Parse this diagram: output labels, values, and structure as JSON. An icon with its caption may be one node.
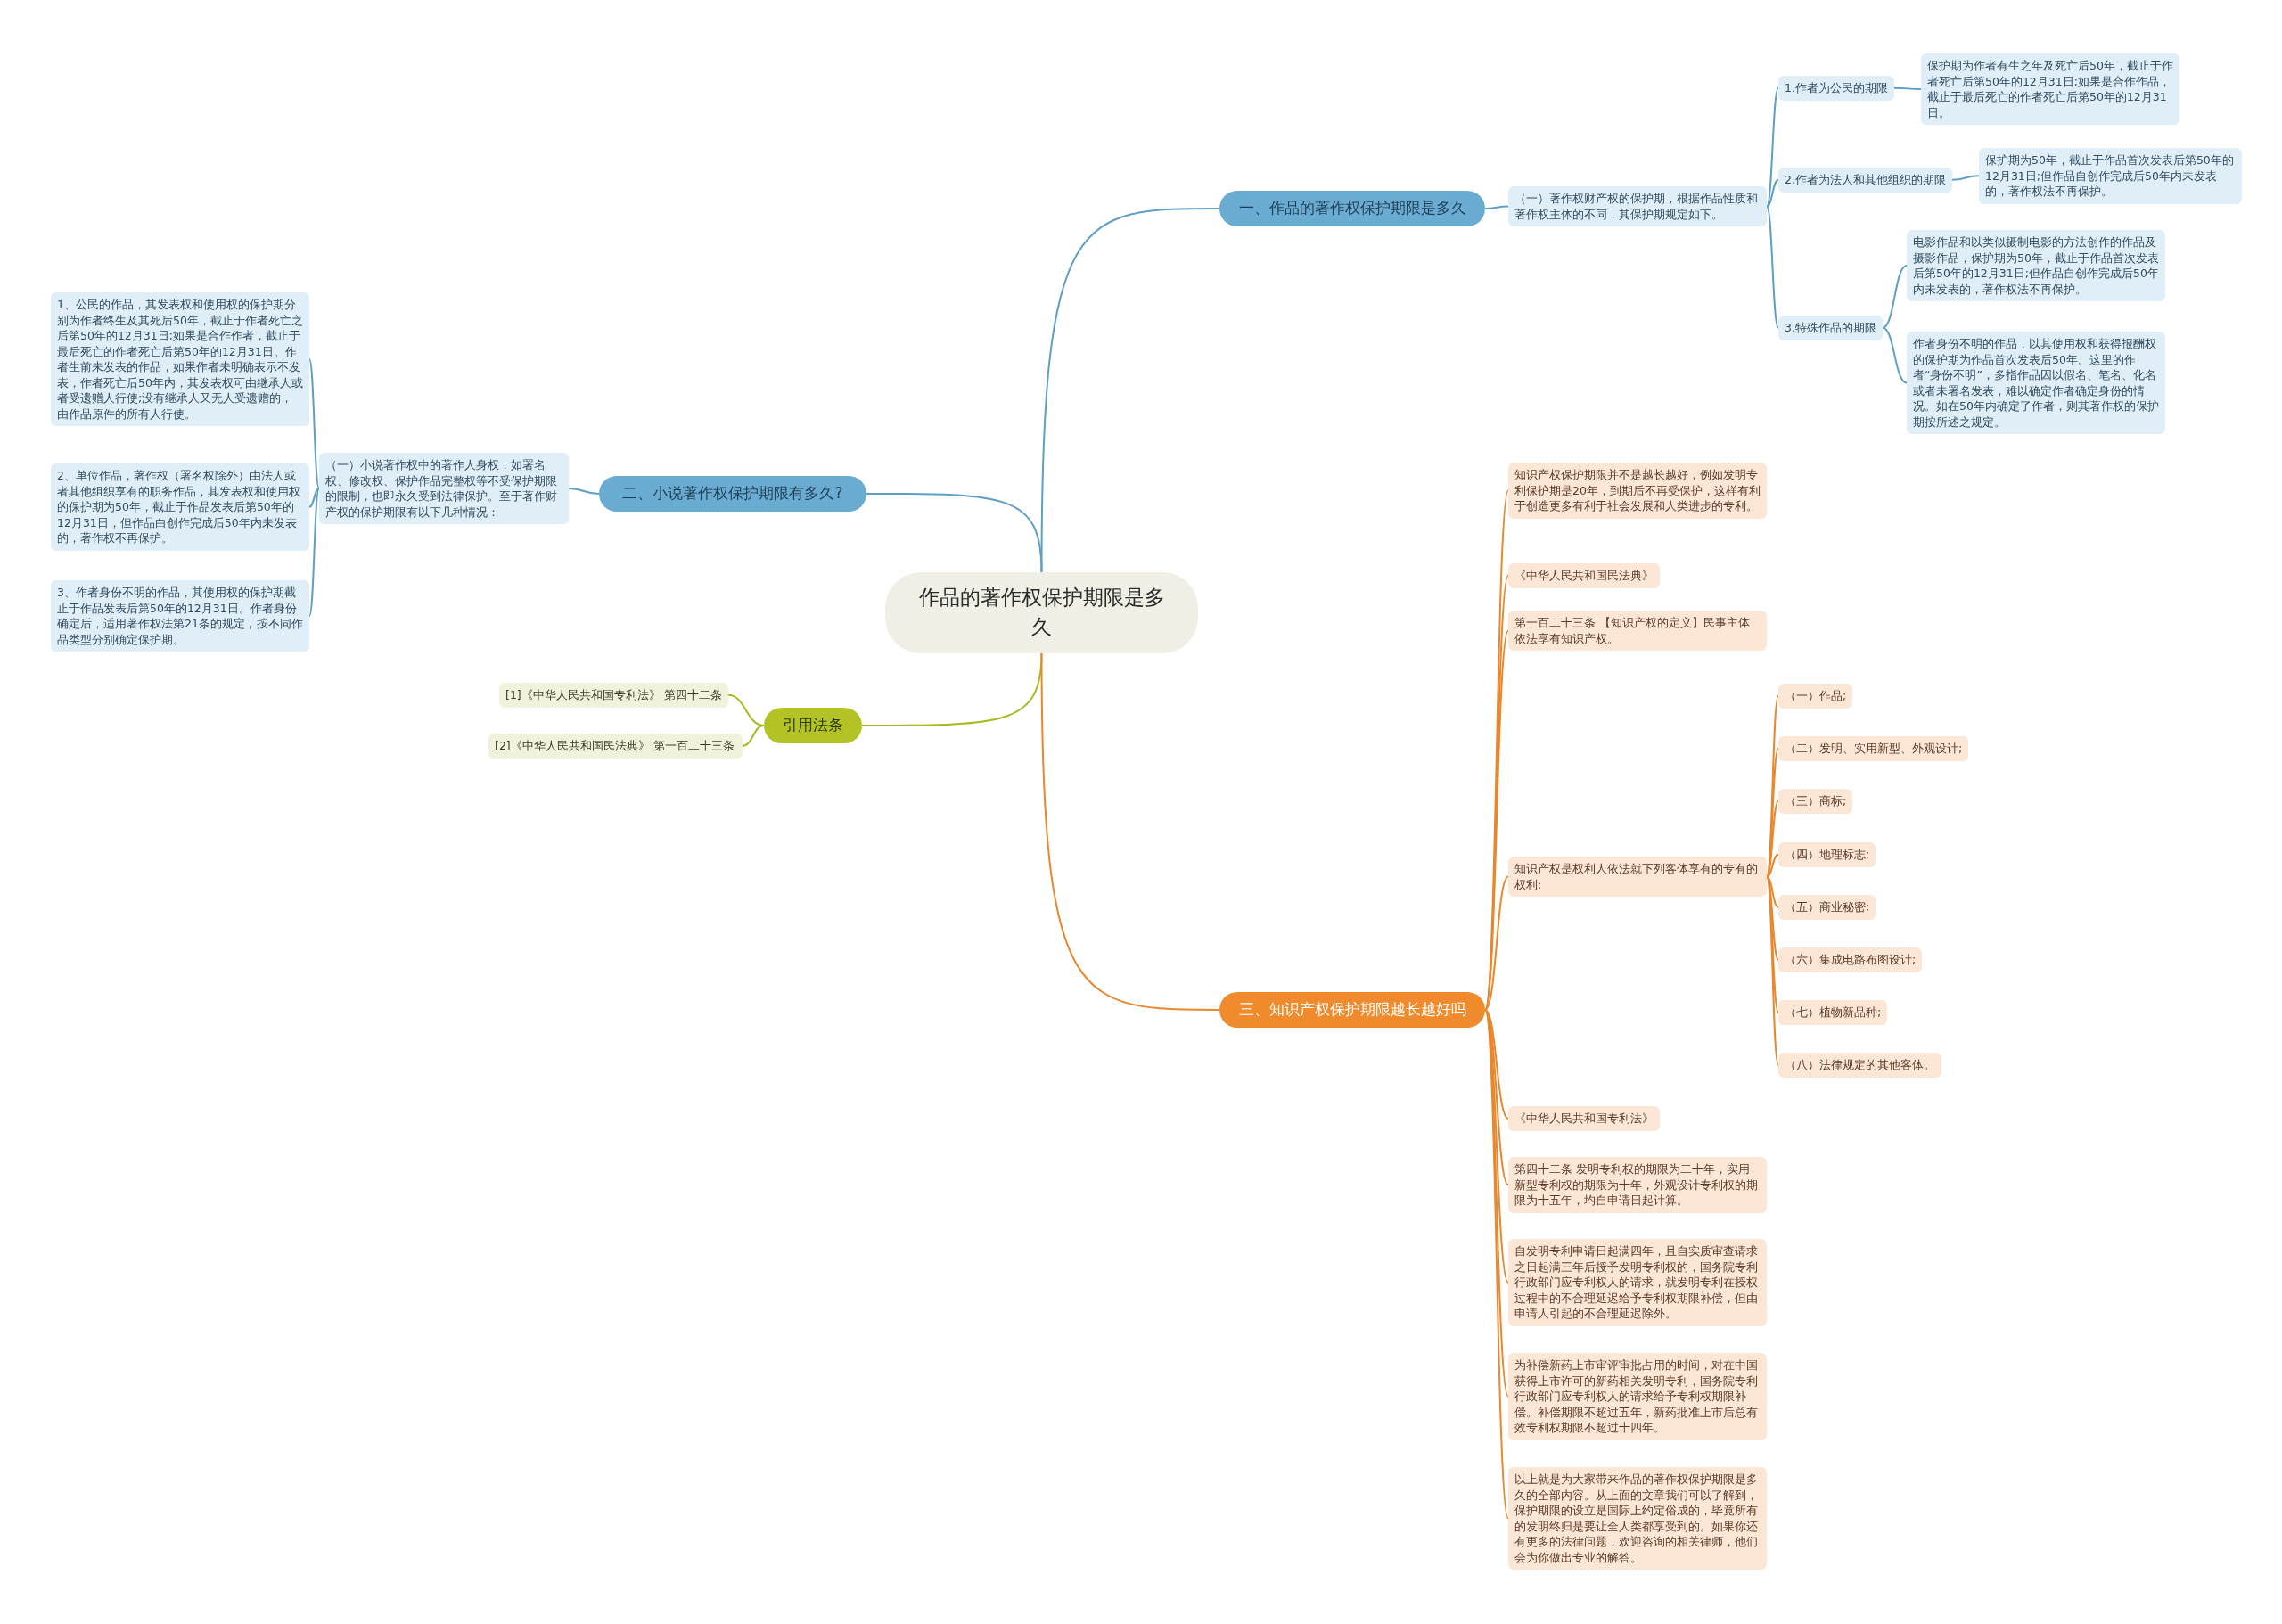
{
  "diagram": {
    "nodes": [
      {
        "text": [
          "作品的著作权保护期限是多久"
        ]
      },
      {
        "text": [
          "一、作品的著作权保护期限是多久"
        ]
      },
      {
        "text": [
          "（一）著作权财产权的保护期，根据作品性质和著作权主体的不同，其保护期规定如下。"
        ]
      },
      {
        "text": [
          "1.作者为公民的期限"
        ]
      },
      {
        "text": [
          "保护期为作者有生之年及死亡后50年，截止于作者死亡后第50年的12月31日;如果是合作作品，截止于最后死亡的作者死亡后第50年的12月31日。"
        ]
      },
      {
        "text": [
          "2.作者为法人和其他组织的期限"
        ]
      },
      {
        "text": [
          "保护期为50年，截止于作品首次发表后第50年的12月31日;但作品自创作完成后50年内未发表的，著作权法不再保护。"
        ]
      },
      {
        "text": [
          "3.特殊作品的期限"
        ]
      },
      {
        "text": [
          "电影作品和以类似摄制电影的方法创作的作品及摄影作品，保护期为50年，截止于作品首次发表后第50年的12月31日;但作品自创作完成后50年内未发表的，著作权法不再保护。"
        ]
      },
      {
        "text": [
          "作者身份不明的作品，以其使用权和获得报酬权的保护期为作品首次发表后50年。这里的作者“身份不明”，多指作品因以假名、笔名、化名或者未署名发表，难以确定作者确定身份的情况。如在50年内确定了作者，则其著作权的保护期按所述之规定。"
        ]
      },
      {
        "text": [
          "二、小说著作权保护期限有多久?"
        ]
      },
      {
        "text": [
          "（一）小说著作权中的著作人身权，如署名权、修改权、保护作品完整权等不受保护期限的限制，也即永久受到法律保护。至于著作财产权的保护期限有以下几种情况："
        ]
      },
      {
        "text": [
          "1、公民的作品，其发表权和使用权的保护期分别为作者终生及其死后50年，截止于作者死亡之后第50年的12月31日;如果是合作作者，截止于最后死亡的作者死亡后第50年的12月31日。作者生前未发表的作品，如果作者未明确表示不发表，作者死亡后50年内，其发表权可由继承人或者受遗赠人行使;没有继承人又无人受遗赠的，由作品原件的所有人行使。"
        ]
      },
      {
        "text": [
          "2、单位作品，著作权（署名权除外）由法人或者其他组织享有的职务作品，其发表权和使用权的保护期为50年，截止于作品发表后第50年的12月31日，但作品白创作完成后50年内未发表的，著作权不再保护。"
        ]
      },
      {
        "text": [
          "3、作者身份不明的作品，其使用权的保护期截止于作品发表后第50年的12月31日。作者身份确定后，适用著作权法第21条的规定，按不同作品类型分别确定保护期。"
        ]
      },
      {
        "text": [
          "引用法条"
        ]
      },
      {
        "text": [
          "[1]《中华人民共和国专利法》 第四十二条"
        ]
      },
      {
        "text": [
          "[2]《中华人民共和国民法典》 第一百二十三条"
        ]
      },
      {
        "text": [
          "三、知识产权保护期限越长越好吗"
        ]
      },
      {
        "text": [
          "知识产权保护期限并不是越长越好，例如发明专利保护期是20年，到期后不再受保护，这样有利于创造更多有利于社会发展和人类进步的专利。"
        ]
      },
      {
        "text": [
          "《中华人民共和国民法典》"
        ]
      },
      {
        "text": [
          "第一百二十三条 【知识产权的定义】民事主体依法享有知识产权。"
        ]
      },
      {
        "text": [
          "知识产权是权利人依法就下列客体享有的专有的权利:"
        ]
      },
      {
        "text": [
          "（一）作品;"
        ]
      },
      {
        "text": [
          "（二）发明、实用新型、外观设计;"
        ]
      },
      {
        "text": [
          "（三）商标;"
        ]
      },
      {
        "text": [
          "（四）地理标志;"
        ]
      },
      {
        "text": [
          "（五）商业秘密;"
        ]
      },
      {
        "text": [
          "（六）集成电路布图设计;"
        ]
      },
      {
        "text": [
          "（七）植物新品种;"
        ]
      },
      {
        "text": [
          "（八）法律规定的其他客体。"
        ]
      },
      {
        "text": [
          "《中华人民共和国专利法》"
        ]
      },
      {
        "text": [
          "第四十二条 发明专利权的期限为二十年，实用新型专利权的期限为十年，外观设计专利权的期限为十五年，均自申请日起计算。"
        ]
      },
      {
        "text": [
          "自发明专利申请日起满四年，且自实质审查请求之日起满三年后授予发明专利权的，国务院专利行政部门应专利权人的请求，就发明专利在授权过程中的不合理延迟给予专利权期限补偿，但由申请人引起的不合理延迟除外。"
        ]
      },
      {
        "text": [
          "为补偿新药上市审评审批占用的时间，对在中国获得上市许可的新药相关发明专利，国务院专利行政部门应专利权人的请求给予专利权期限补偿。补偿期限不超过五年，新药批准上市后总有效专利权期限不超过十四年。"
        ]
      },
      {
        "text": [
          "以上就是为大家带来作品的著作权保护期限是多久的全部内容。从上面的文章我们可以了解到，保护期限的设立是国际上约定俗成的，毕竟所有的发明终归是要让全人类都享受到的。如果你还有更多的法律问题，欢迎咨询的相关律师，他们会为你做出专业的解答。"
        ]
      }
    ],
    "edges": [
      {
        "from": 0,
        "to": 1,
        "arrow": "none",
        "color": "#5d9fc5"
      },
      {
        "from": 1,
        "to": 2,
        "arrow": "none",
        "color": "#5d9fc5"
      },
      {
        "from": 2,
        "to": 3,
        "arrow": "none",
        "color": "#5d9fc5"
      },
      {
        "from": 3,
        "to": 4,
        "arrow": "none",
        "color": "#5d9fc5"
      },
      {
        "from": 2,
        "to": 5,
        "arrow": "none",
        "color": "#5d9fc5"
      },
      {
        "from": 5,
        "to": 6,
        "arrow": "none",
        "color": "#5d9fc5"
      },
      {
        "from": 2,
        "to": 7,
        "arrow": "none",
        "color": "#5d9fc5"
      },
      {
        "from": 7,
        "to": 8,
        "arrow": "none",
        "color": "#5d9fc5"
      },
      {
        "from": 7,
        "to": 9,
        "arrow": "none",
        "color": "#5d9fc5"
      },
      {
        "from": 0,
        "to": 10,
        "arrow": "none",
        "color": "#5d9fc5"
      },
      {
        "from": 10,
        "to": 11,
        "arrow": "none",
        "color": "#5d9fc5"
      },
      {
        "from": 11,
        "to": 12,
        "arrow": "none",
        "color": "#5d9fc5"
      },
      {
        "from": 11,
        "to": 13,
        "arrow": "none",
        "color": "#5d9fc5"
      },
      {
        "from": 11,
        "to": 14,
        "arrow": "none",
        "color": "#5d9fc5"
      },
      {
        "from": 0,
        "to": 15,
        "arrow": "none",
        "color": "#a6b91e"
      },
      {
        "from": 15,
        "to": 16,
        "arrow": "none",
        "color": "#a6b91e"
      },
      {
        "from": 15,
        "to": 17,
        "arrow": "none",
        "color": "#a6b91e"
      },
      {
        "from": 0,
        "to": 18,
        "arrow": "none"
      },
      {
        "from": 18,
        "to": 19,
        "arrow": "none"
      },
      {
        "from": 18,
        "to": 20,
        "arrow": "none"
      },
      {
        "from": 18,
        "to": 21,
        "arrow": "none"
      },
      {
        "from": 18,
        "to": 22,
        "arrow": "none"
      },
      {
        "from": 22,
        "to": 23,
        "arrow": "none"
      },
      {
        "from": 22,
        "to": 24,
        "arrow": "none"
      },
      {
        "from": 22,
        "to": 25,
        "arrow": "none"
      },
      {
        "from": 22,
        "to": 26,
        "arrow": "none"
      },
      {
        "from": 22,
        "to": 27,
        "arrow": "none"
      },
      {
        "from": 22,
        "to": 28,
        "arrow": "none"
      },
      {
        "from": 22,
        "to": 29,
        "arrow": "none"
      },
      {
        "from": 22,
        "to": 30,
        "arrow": "none"
      },
      {
        "from": 18,
        "to": 31,
        "arrow": "none"
      },
      {
        "from": 18,
        "to": 32,
        "arrow": "none"
      },
      {
        "from": 18,
        "to": 33,
        "arrow": "none"
      },
      {
        "from": 18,
        "to": 34,
        "arrow": "none"
      },
      {
        "from": 18,
        "to": 35,
        "arrow": "none"
      }
    ]
  }
}
